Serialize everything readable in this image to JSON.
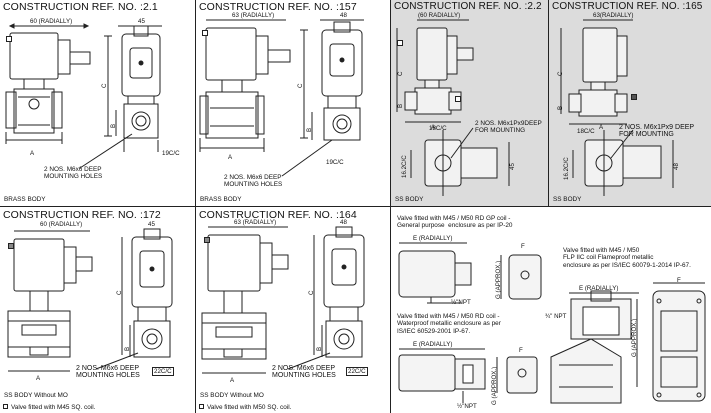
{
  "panels": {
    "p1": {
      "title": "CONSTRUCTION REF. NO. :2.1",
      "radial": "60 (RADIALLY)",
      "w": "45",
      "a": "A",
      "b": "B",
      "c": "C",
      "holes": "2 NOS. M6x6 DEEP\nMOUNTING HOLES",
      "conn": "19C/C",
      "caption": "BRASS  BODY"
    },
    "p2": {
      "title": "CONSTRUCTION REF. NO. :157",
      "radial": "63 (RADIALLY)",
      "w": "48",
      "a": "A",
      "b": "B",
      "c": "C",
      "holes": "2 NOS. M6x6 DEEP\nMOUNTING HOLES",
      "conn": "19C/C",
      "caption": "BRASS  BODY"
    },
    "p3": {
      "title": "CONSTRUCTION REF. NO. :2.2",
      "radial": "(60 RADIALLY)",
      "a": "A",
      "b": "B",
      "c": "C",
      "cc": "18C/C",
      "holes": "2 NOS. M6x1Px9DEEP\nFOR MOUNTING",
      "h": "16.2C/C",
      "d": "45",
      "caption": "SS BODY"
    },
    "p4": {
      "title": "CONSTRUCTION REF. NO. :165",
      "radial": "63(RADIALLY)",
      "a": "A",
      "b": "B",
      "c": "C",
      "cc": "18C/C",
      "holes": "2 NOS. M6x1Px9 DEEP\nFOR MOUNTING",
      "h": "16.2C/C",
      "d": "48",
      "caption": "SS BODY"
    },
    "p5": {
      "title": "CONSTRUCTION REF. NO. :172",
      "radial": "60 (RADIALLY)",
      "w": "45",
      "a": "A",
      "b": "B",
      "c": "C",
      "holes": "2 NOS. M6x6 DEEP\nMOUNTING HOLES",
      "conn": "22C/C",
      "caption": "SS BODY Without  MO",
      "note": "Valve fitted with M45 SQ. coil."
    },
    "p6": {
      "title": "CONSTRUCTION REF. NO. :164",
      "radial": "63 (RADIALLY)",
      "w": "48",
      "a": "A",
      "b": "B",
      "c": "C",
      "holes": "2 NOS. M6x6 DEEP\nMOUNTING HOLES",
      "conn": "22C/C",
      "caption": "SS BODY Without  MO",
      "note": "Valve fitted with M50 SQ. coil."
    },
    "p7": {
      "gp_text": "Valve fitted with M45 / M50 RD GP coil -\nGeneral purpose  enclosure as per IP-20",
      "e1": "E (RADIALLY)",
      "f1": "F",
      "g1": "G (APPROX.)",
      "npt1": "½\"NPT",
      "wp_text": "Valve fitted with M45 / M50 RD coil -\nWaterproof metallic enclosure as per\nIS/IEC 60529-2001 IP-67.",
      "e2": "E (RADIALLY)",
      "f2": "F",
      "g2": "G (APPROX.)",
      "npt2": "½\"NPT",
      "flp_text": "Valve fitted with M45 / M50\nFLP IIC coil Flameproof metallic\nenclosure as per IS/IEC 60079-1-2014 IP-67.",
      "e3": "E (RADIALLY)",
      "f3": "F",
      "g3": "G (APPROX.)",
      "npt3": "¾\" NPT"
    }
  },
  "colors": {
    "panel_grey": "#dcdcdc",
    "line": "#222222"
  }
}
